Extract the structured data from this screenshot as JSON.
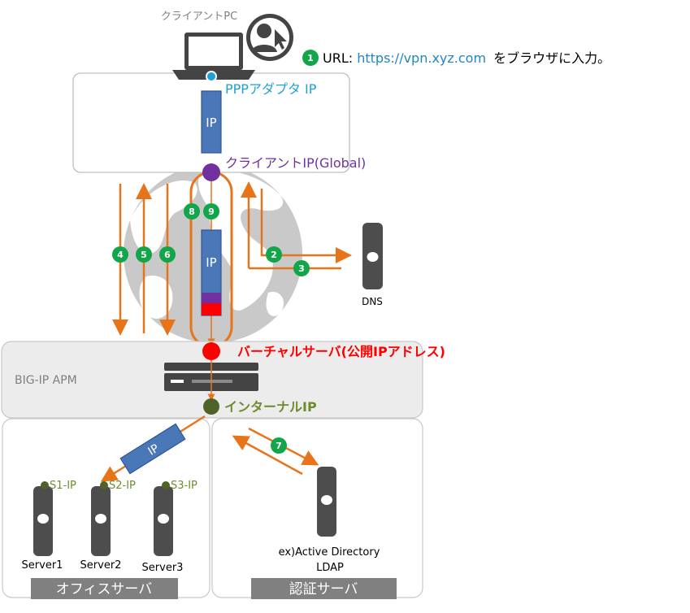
{
  "client": {
    "title": "クライアントPC",
    "ppp_label": "PPPアダプタ IP",
    "client_ip_label": "クライアントIP(Global)",
    "tunnel_ip_label": "IP",
    "inner_ip_label": "IP"
  },
  "step1": {
    "badge": "1",
    "prefix": "URL:",
    "url": "https://vpn.xyz.com",
    "suffix": "をブラウザに入力。"
  },
  "badges": [
    "2",
    "3",
    "4",
    "5",
    "6",
    "7",
    "8",
    "9"
  ],
  "dns": {
    "label": "DNS"
  },
  "apm": {
    "label": "BIG-IP APM",
    "virtual_server": "バーチャルサーバ(公開IPアドレス)",
    "internal_ip": "インターナルIP"
  },
  "office": {
    "packet_label": "IP",
    "servers": [
      {
        "name": "Server1",
        "ip": "S1-IP"
      },
      {
        "name": "Server2",
        "ip": "S2-IP"
      },
      {
        "name": "Server3",
        "ip": "S3-IP"
      }
    ],
    "tab": "オフィスサーバ"
  },
  "auth": {
    "server_line1": "ex)Active Directory",
    "server_line2": "LDAP",
    "tab": "認証サーバ"
  },
  "colors": {
    "arrow": "#e8741a",
    "badge": "#12a64a",
    "blue_label": "#1ea0d8",
    "purple": "#7030a0",
    "red": "#ff0000",
    "olive": "#6e8c2d",
    "packet": "#4a77b8"
  }
}
